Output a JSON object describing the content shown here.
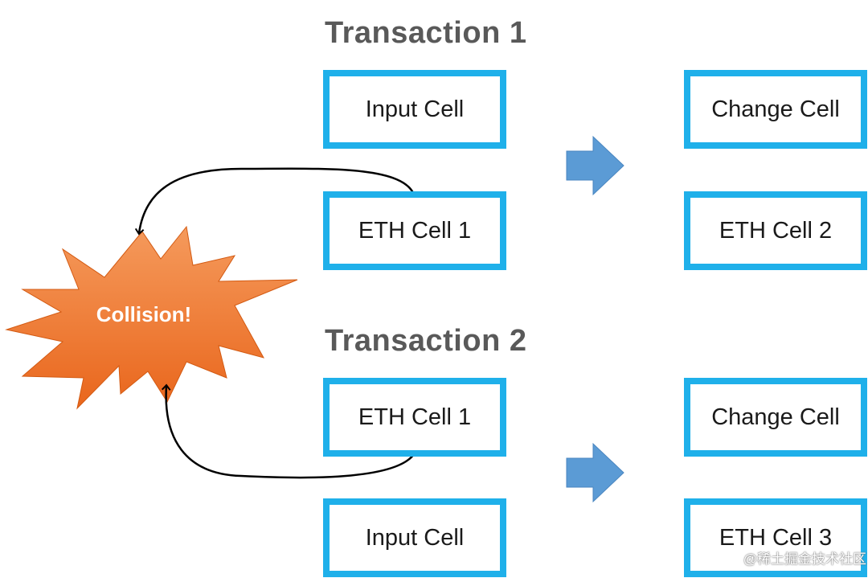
{
  "transaction1": {
    "title": "Transaction 1",
    "inputs": [
      "Input Cell",
      "ETH Cell 1"
    ],
    "outputs": [
      "Change Cell",
      "ETH Cell 2"
    ]
  },
  "transaction2": {
    "title": "Transaction 2",
    "inputs": [
      "ETH Cell 1",
      "Input Cell"
    ],
    "outputs": [
      "Change Cell",
      "ETH Cell 3"
    ]
  },
  "collision": {
    "label": "Collision!"
  },
  "watermark": "@稀土掘金技术社区",
  "colors": {
    "cell_border": "#1fb0ea",
    "arrow_fill": "#5b9bd5",
    "burst_fill": "#ec7530",
    "title_text": "#595959"
  }
}
